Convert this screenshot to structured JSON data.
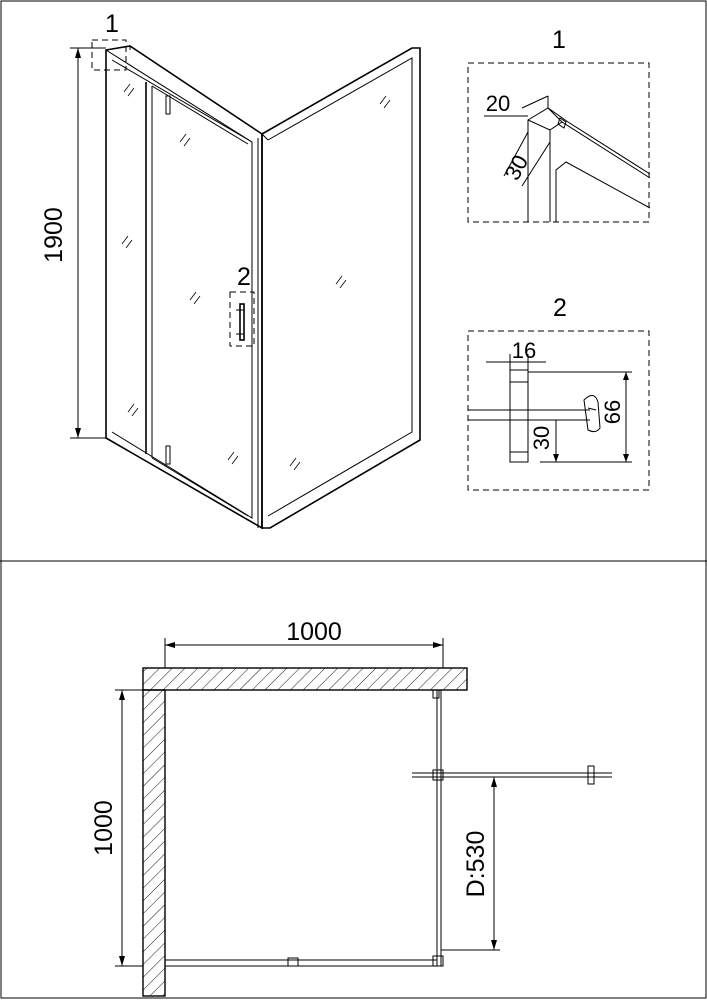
{
  "iso_view": {
    "height_dim": "1900",
    "callout_1": "1",
    "callout_2": "2"
  },
  "detail_1": {
    "title": "1",
    "dim_width": "20",
    "dim_depth": "30"
  },
  "detail_2": {
    "title": "2",
    "dim_width": "16",
    "dim_height": "66",
    "dim_offset": "30"
  },
  "plan_view": {
    "width_dim": "1000",
    "depth_dim": "1000",
    "door_dim": "D:530"
  }
}
